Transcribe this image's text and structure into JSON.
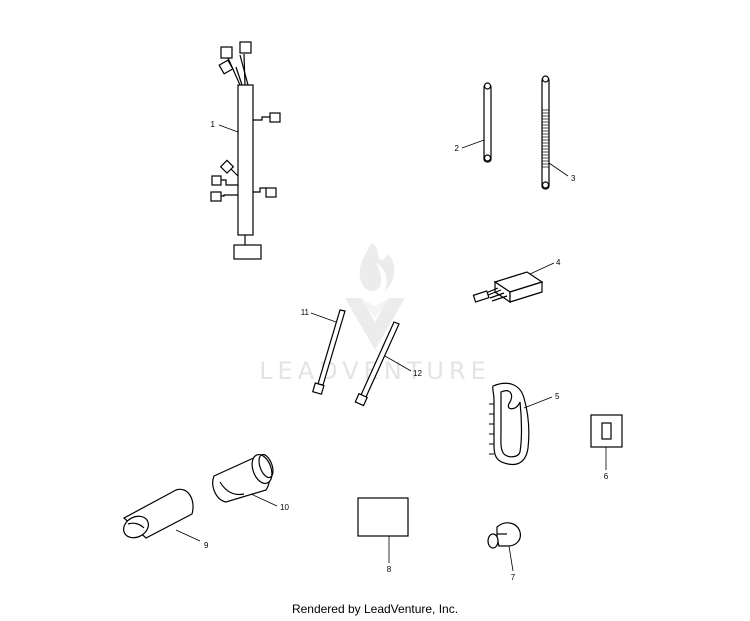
{
  "watermark": {
    "brand_text": "LEADVENTURE",
    "logo_icon": "flame-v-logo-icon"
  },
  "callouts": [
    {
      "id": "1",
      "label": "1"
    },
    {
      "id": "2",
      "label": "2"
    },
    {
      "id": "3",
      "label": "3"
    },
    {
      "id": "4",
      "label": "4"
    },
    {
      "id": "5",
      "label": "5"
    },
    {
      "id": "6",
      "label": "6"
    },
    {
      "id": "7",
      "label": "7"
    },
    {
      "id": "8",
      "label": "8"
    },
    {
      "id": "9",
      "label": "9"
    },
    {
      "id": "10",
      "label": "10"
    },
    {
      "id": "11",
      "label": "11"
    },
    {
      "id": "12",
      "label": "12"
    }
  ],
  "footer": {
    "text": "Rendered by LeadVenture, Inc."
  },
  "colors": {
    "line": "#000000",
    "watermark": "#e4e4e4",
    "background": "#ffffff"
  }
}
